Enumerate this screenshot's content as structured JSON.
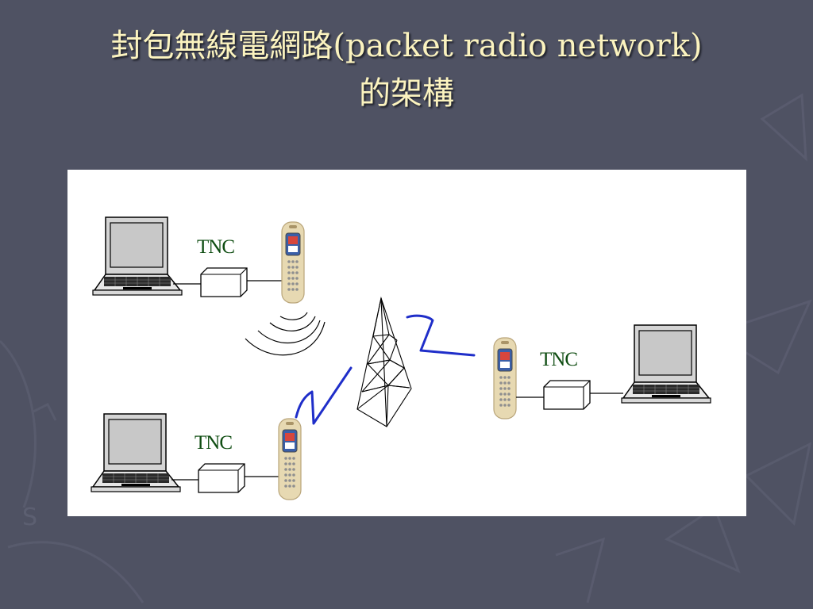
{
  "slide": {
    "title_line1": "封包無線電網路(packet radio network)",
    "title_line2": "的架構"
  },
  "diagram": {
    "nodes": [
      {
        "id": "station-top-left",
        "tnc_label": "TNC"
      },
      {
        "id": "station-bottom-left",
        "tnc_label": "TNC"
      },
      {
        "id": "station-right",
        "tnc_label": "TNC"
      }
    ],
    "icons": [
      "laptop-icon",
      "tnc-box-icon",
      "handheld-radio-icon",
      "radio-tower-icon",
      "radio-waves-icon",
      "wireless-link-icon"
    ]
  },
  "colors": {
    "background": "#4f5263",
    "title": "#fbf3bf",
    "tnc_label": "#0f4d12",
    "wireless_link": "#1f2ec9",
    "panel": "#ffffff"
  }
}
